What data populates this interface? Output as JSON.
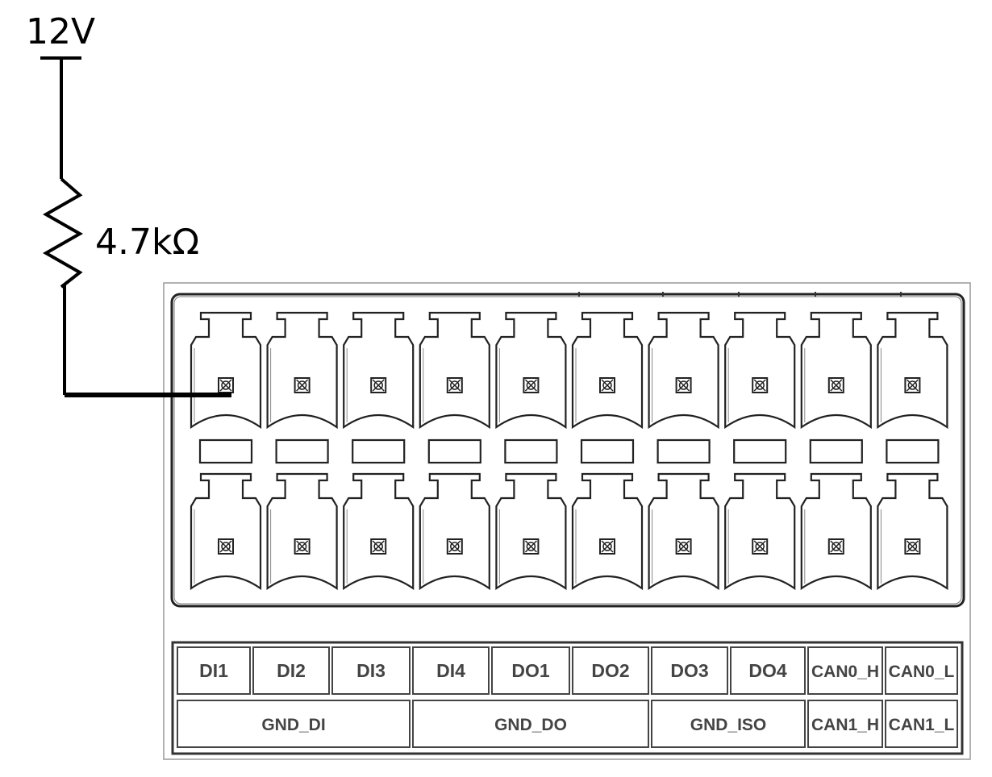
{
  "circuit": {
    "supply_label": "12V",
    "resistor_label": "4.7kΩ"
  },
  "connector": {
    "columns": 10,
    "rows": 2,
    "top_row_labels": [
      "DI1",
      "DI2",
      "DI3",
      "DI4",
      "DO1",
      "DO2",
      "DO3",
      "DO4",
      "CAN0_H",
      "CAN0_L"
    ],
    "bottom_row_labels": [
      {
        "label": "GND_DI",
        "span": 3
      },
      {
        "label": "GND_DO",
        "span": 3
      },
      {
        "label": "GND_ISO",
        "span": 2
      },
      {
        "label": "CAN1_H",
        "span": 1
      },
      {
        "label": "CAN1_L",
        "span": 1
      }
    ]
  }
}
